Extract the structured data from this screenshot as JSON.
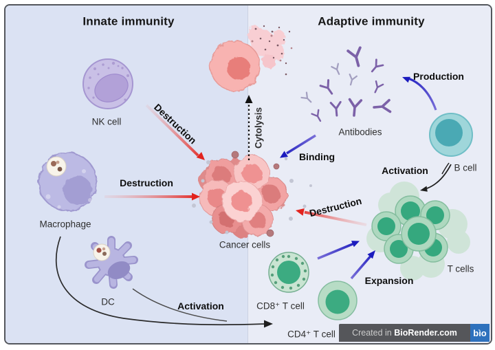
{
  "diagram": {
    "left_title": "Innate immunity",
    "right_title": "Adaptive immunity"
  },
  "cell_labels": {
    "nk": "NK cell",
    "macrophage": "Macrophage",
    "dc": "DC",
    "cancer": "Cancer cells",
    "antibodies": "Antibodies",
    "b_cell": "B cell",
    "t_cells": "T cells",
    "cd8": "CD8⁺ T cell",
    "cd4": "CD4⁺ T cell"
  },
  "process_labels": {
    "destruction_nk": "Destruction",
    "destruction_macrophage": "Destruction",
    "destruction_tcells": "Destruction",
    "cytolysis": "Cytolysis",
    "binding": "Binding",
    "production": "Production",
    "activation_bcell": "Activation",
    "activation_apc": "Activation",
    "expansion": "Expansion"
  },
  "footer": {
    "prefix": "Created in",
    "brand": "BioRender.com",
    "logo": "bìo"
  },
  "colors": {
    "innate_bg": "#dbe2f3",
    "adaptive_bg": "#e9ecf6",
    "destruction_arrow_red": "#e2231e",
    "adaptive_arrow_blue": "#2222c0",
    "activation_arrow_black": "#222222",
    "footer_bar": "#55565a",
    "footer_logo_bg": "#2e71bd",
    "cancer_pink": "#f6b9b9",
    "tcell_green": "#35a87e",
    "bcell_teal": "#4aa9b4",
    "innate_purple": "#bcbae4"
  }
}
